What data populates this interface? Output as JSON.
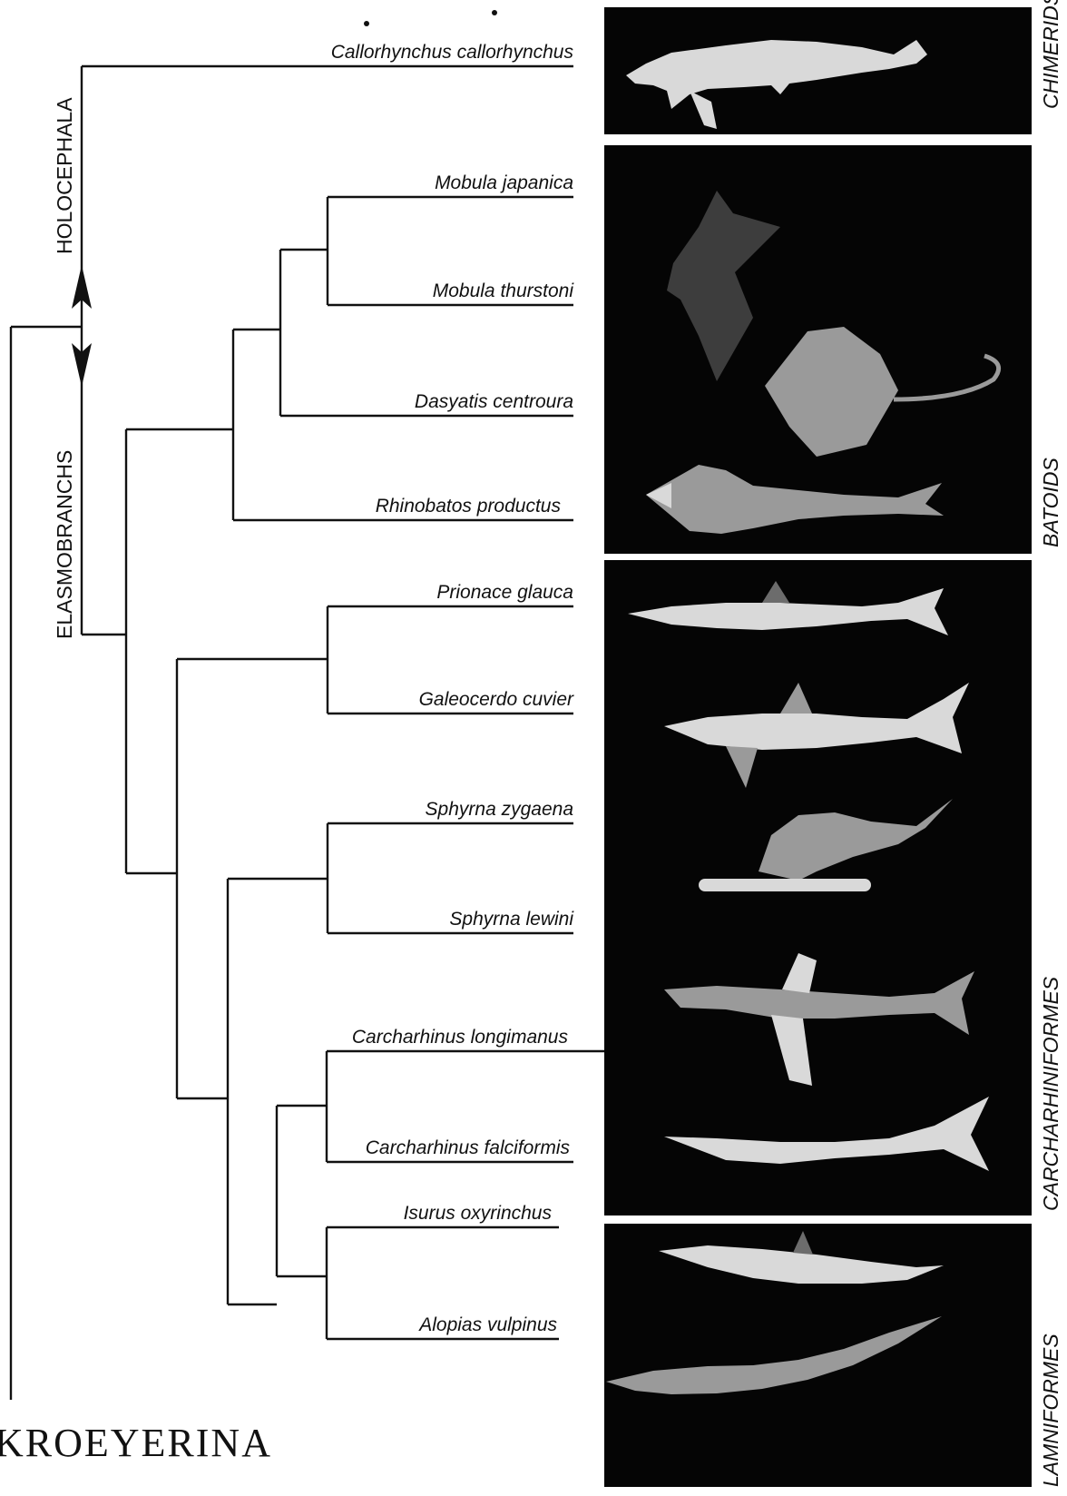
{
  "taxa": [
    "Callorhynchus callorhynchus",
    "Mobula japanica",
    "Mobula thurstoni",
    "Dasyatis centroura",
    "Rhinobatos productus",
    "Prionace glauca",
    "Galeocerdo cuvier",
    "Sphyrna zygaena",
    "Sphyrna lewini",
    "Carcharhinus longimanus",
    "Carcharhinus falciformis",
    "Isurus oxyrinchus",
    "Alopias vulpinus"
  ],
  "clades": {
    "holocephala": "HOLOCEPHALA",
    "elasmobranchs": "ELASMOBRANCHS"
  },
  "groups": {
    "chimerids": "CHIMERIDS",
    "batoids": "BATOIDS",
    "carcharhiniformes": "CARCHARHINIFORMES",
    "lamniformes": "LAMNIFORMES"
  },
  "footer_text": "KROEYERINA",
  "icons": [
    "chimaera-silhouette",
    "manta-ray-silhouette",
    "stingray-silhouette",
    "guitarfish-silhouette",
    "shark-silhouette",
    "hammerhead-silhouette",
    "thresher-silhouette"
  ]
}
